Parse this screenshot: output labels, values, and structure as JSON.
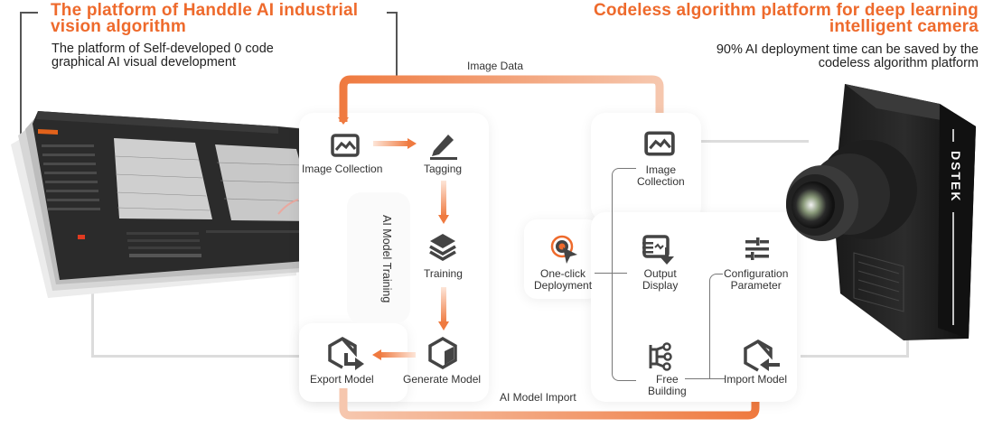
{
  "left_header": {
    "title_line1": "The platform of Handdle AI industrial",
    "title_line2": "vision algorithm",
    "subtitle_line1": "The platform of Self-developed 0 code",
    "subtitle_line2": "graphical AI visual development"
  },
  "right_header": {
    "title_line1": "Codeless algorithm platform for deep learning",
    "title_line2": "intelligent camera",
    "subtitle_line1": "90% AI deployment time can be saved by the",
    "subtitle_line2": "codeless algorithm platform"
  },
  "flows": {
    "image_data": "Image Data",
    "ai_model_import": "AI Model Import",
    "ai_model_training": "AI Model Training"
  },
  "training_nodes": {
    "image_collection": "Image Collection",
    "tagging": "Tagging",
    "training": "Training",
    "generate_model": "Generate Model",
    "export_model": "Export Model"
  },
  "camera_nodes": {
    "image_collection_1": "Image",
    "image_collection_2": "Collection",
    "one_click_1": "One-click",
    "one_click_2": "Deployment",
    "output_display_1": "Output",
    "output_display_2": "Display",
    "config_1": "Configuration",
    "config_2": "Parameter",
    "free_building_1": "Free",
    "free_building_2": "Building",
    "import_model": "Import Model"
  },
  "camera": {
    "brand": "DSTEK"
  },
  "colors": {
    "accent": "#ee6a2c",
    "icon": "#444444",
    "connector": "#dcdcdc"
  }
}
